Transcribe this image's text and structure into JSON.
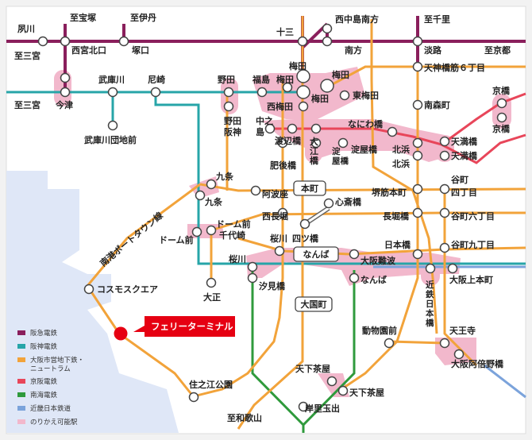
{
  "colors": {
    "background": "#f2f2f2",
    "sea": "#dfe7f7",
    "hankyu": "#8a1f5c",
    "hanshin": "#27a5a8",
    "subway": "#f2a33a",
    "keihan": "#e8465a",
    "nankai": "#2f9a3c",
    "kintetsu": "#7ba3db",
    "transfer": "#f2b8cc",
    "ferry": "#e60012"
  },
  "stations": {
    "shukugawa": "夙川",
    "shibaraku_nishinomiya_a": "至三宮",
    "shi_takarazuka": "至宝塚",
    "shi_itami": "至伊丹",
    "nishinomiyakitaguchi": "西宮北口",
    "tsukaguchi": "塚口",
    "juso": "十三",
    "nishinakajimaminamigata": "西中島南方",
    "minamikata": "南方",
    "shi_senri": "至千里",
    "awaji": "淡路",
    "shi_kyoto": "至京都",
    "tenjinbashisuji6": "天神橋筋６丁目",
    "shi_sannomiya_b": "至三宮",
    "imazu": "今津",
    "mukogawa": "武庫川",
    "amagasaki": "尼崎",
    "mukogawadanchimae": "武庫川団地前",
    "noda": "野田",
    "fukushima": "福島",
    "umeda_a": "梅田",
    "umeda_b": "梅田",
    "umeda_c": "梅田",
    "nishiumeda": "西梅田",
    "higashiumeda": "東梅田",
    "nodahanshin": "野田阪神",
    "nakanoshima": "中之島",
    "watanabebashi": "渡辺橋",
    "oebashi": "大江橋",
    "yodoyabashi_a": "淀屋橋",
    "yodoyabashi_b": "淀屋橋",
    "higobashi": "肥後橋",
    "naniwabashi": "なにわ橋",
    "kitahama_a": "北浜",
    "kitahama_b": "北浜",
    "minamimorimachi": "南森町",
    "temmabashi_a": "天満橋",
    "temmabashi_b": "天満橋",
    "kyobashi_a": "京橋",
    "kyobashi_b": "京橋",
    "kujo_a": "九条",
    "kujo_b": "九条",
    "awaza": "阿波座",
    "hommachi": "本町",
    "sakaisujihommachi": "堺筋本町",
    "tanimachi4": "谷町\n四丁目",
    "nishinagahori": "西長堀",
    "shinsaibashi": "心斎橋",
    "nagahoribashi": "長堀橋",
    "tanimachi6": "谷町六丁目",
    "domemae": "ドーム前",
    "domemaechiyozaki": "ドーム前\n千代崎",
    "sakuragawa_a": "桜川",
    "sakuragawa_b": "桜川",
    "yotsubashi": "四ツ橋",
    "namba": "なんば",
    "namba_box": "なんば",
    "osakanamba": "大阪難波",
    "nipponbashi": "日本橋",
    "tanimachi9": "谷町九丁目",
    "kintetsunipponbashi": "近鉄日本橋",
    "osakauehommachi": "大阪上本町",
    "shiomibashi": "汐見橋",
    "taisho": "大正",
    "cosmosquare": "コスモスクエア",
    "daikokucho": "大国町",
    "dobutsuenmae": "動物園前",
    "tennoji": "天王寺",
    "osakaabenobashi": "大阪阿倍野橋",
    "tengachaya_a": "天下茶屋",
    "tengachaya_b": "天下茶屋",
    "suminoekoen": "住之江公園",
    "kishinosato": "岸里玉出",
    "shiwakayama": "至和歌山",
    "nankoport": "南港ポートタウン線"
  },
  "ferry_terminal": "フェリーターミナル",
  "legend": [
    {
      "label": "阪急電鉄",
      "color": "#8a1f5c"
    },
    {
      "label": "阪神電鉄",
      "color": "#27a5a8"
    },
    {
      "label": "大阪市営地下鉄・\nニュートラム",
      "color": "#f2a33a"
    },
    {
      "label": "京阪電鉄",
      "color": "#e8465a"
    },
    {
      "label": "南海電鉄",
      "color": "#2f9a3c"
    },
    {
      "label": "近畿日本鉄道",
      "color": "#7ba3db"
    },
    {
      "label": "のりかえ可能駅",
      "color": "#f2b8cc"
    }
  ]
}
